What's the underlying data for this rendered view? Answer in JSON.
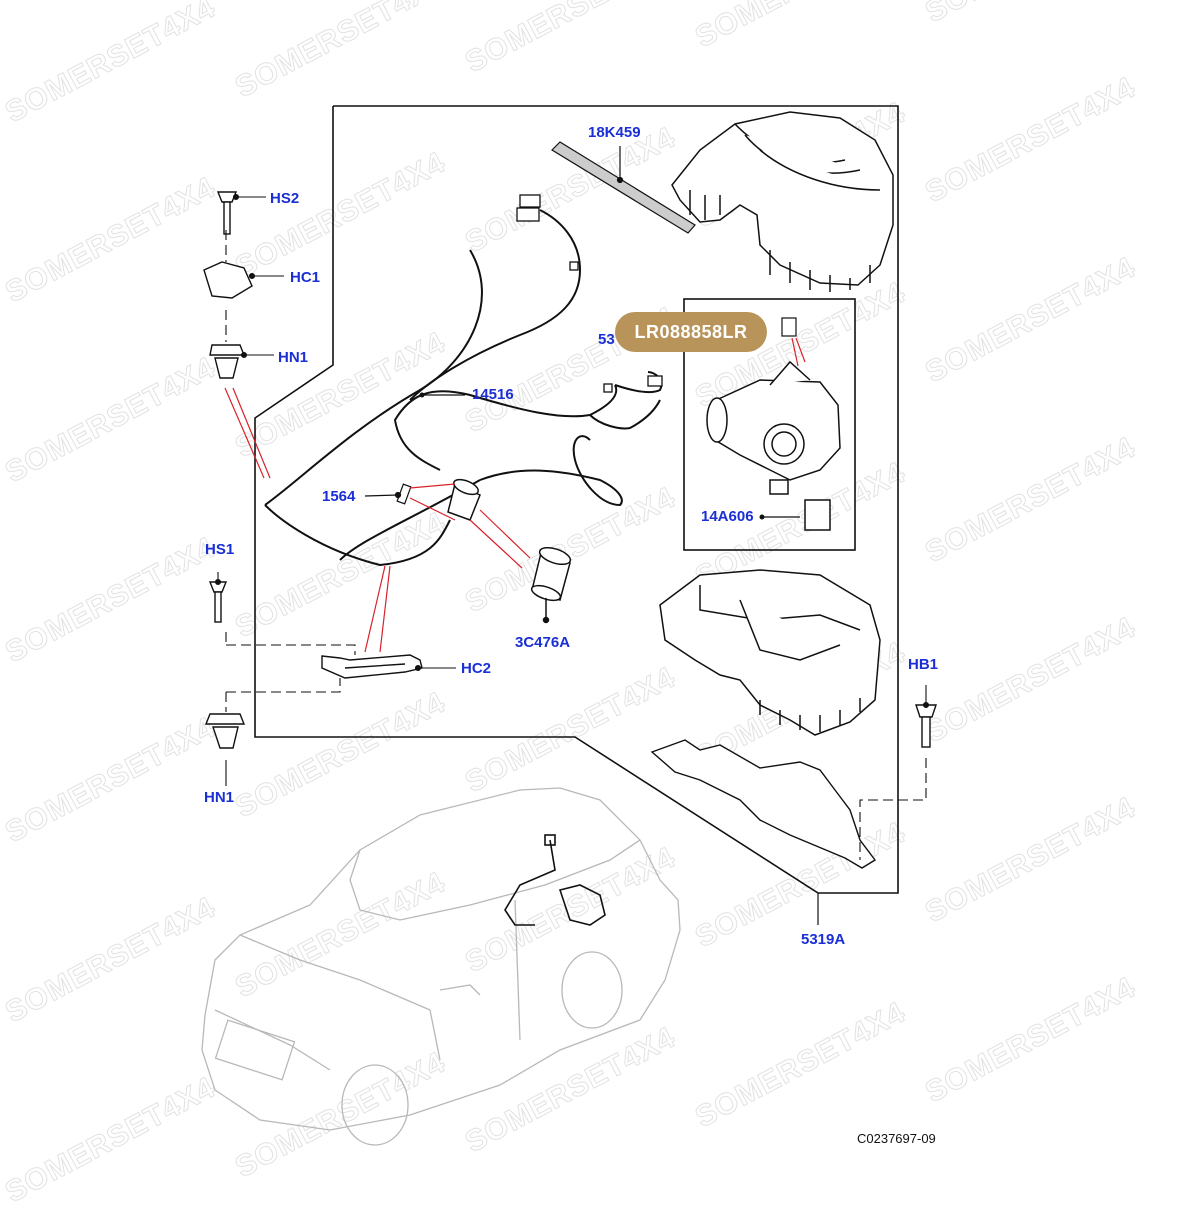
{
  "watermark": {
    "text": "SOMERSET4X4"
  },
  "highlight_part_number": "LR088858LR",
  "figure_id": "C0237697-09",
  "callouts": {
    "c18K459": "18K459",
    "c5319_partial": "53",
    "c14516": "14516",
    "c1564": "1564",
    "c3C476A": "3C476A",
    "c14A606": "14A606",
    "cHS2": "HS2",
    "cHC1": "HC1",
    "cHN1_top": "HN1",
    "cHS1": "HS1",
    "cHC2": "HC2",
    "cHN1_bottom": "HN1",
    "cHB1": "HB1",
    "c5319A": "5319A"
  },
  "colors": {
    "callout": "#1a2fd6",
    "leader_red": "#d8232a",
    "highlight_bg": "#b8945a",
    "line": "#111111"
  }
}
